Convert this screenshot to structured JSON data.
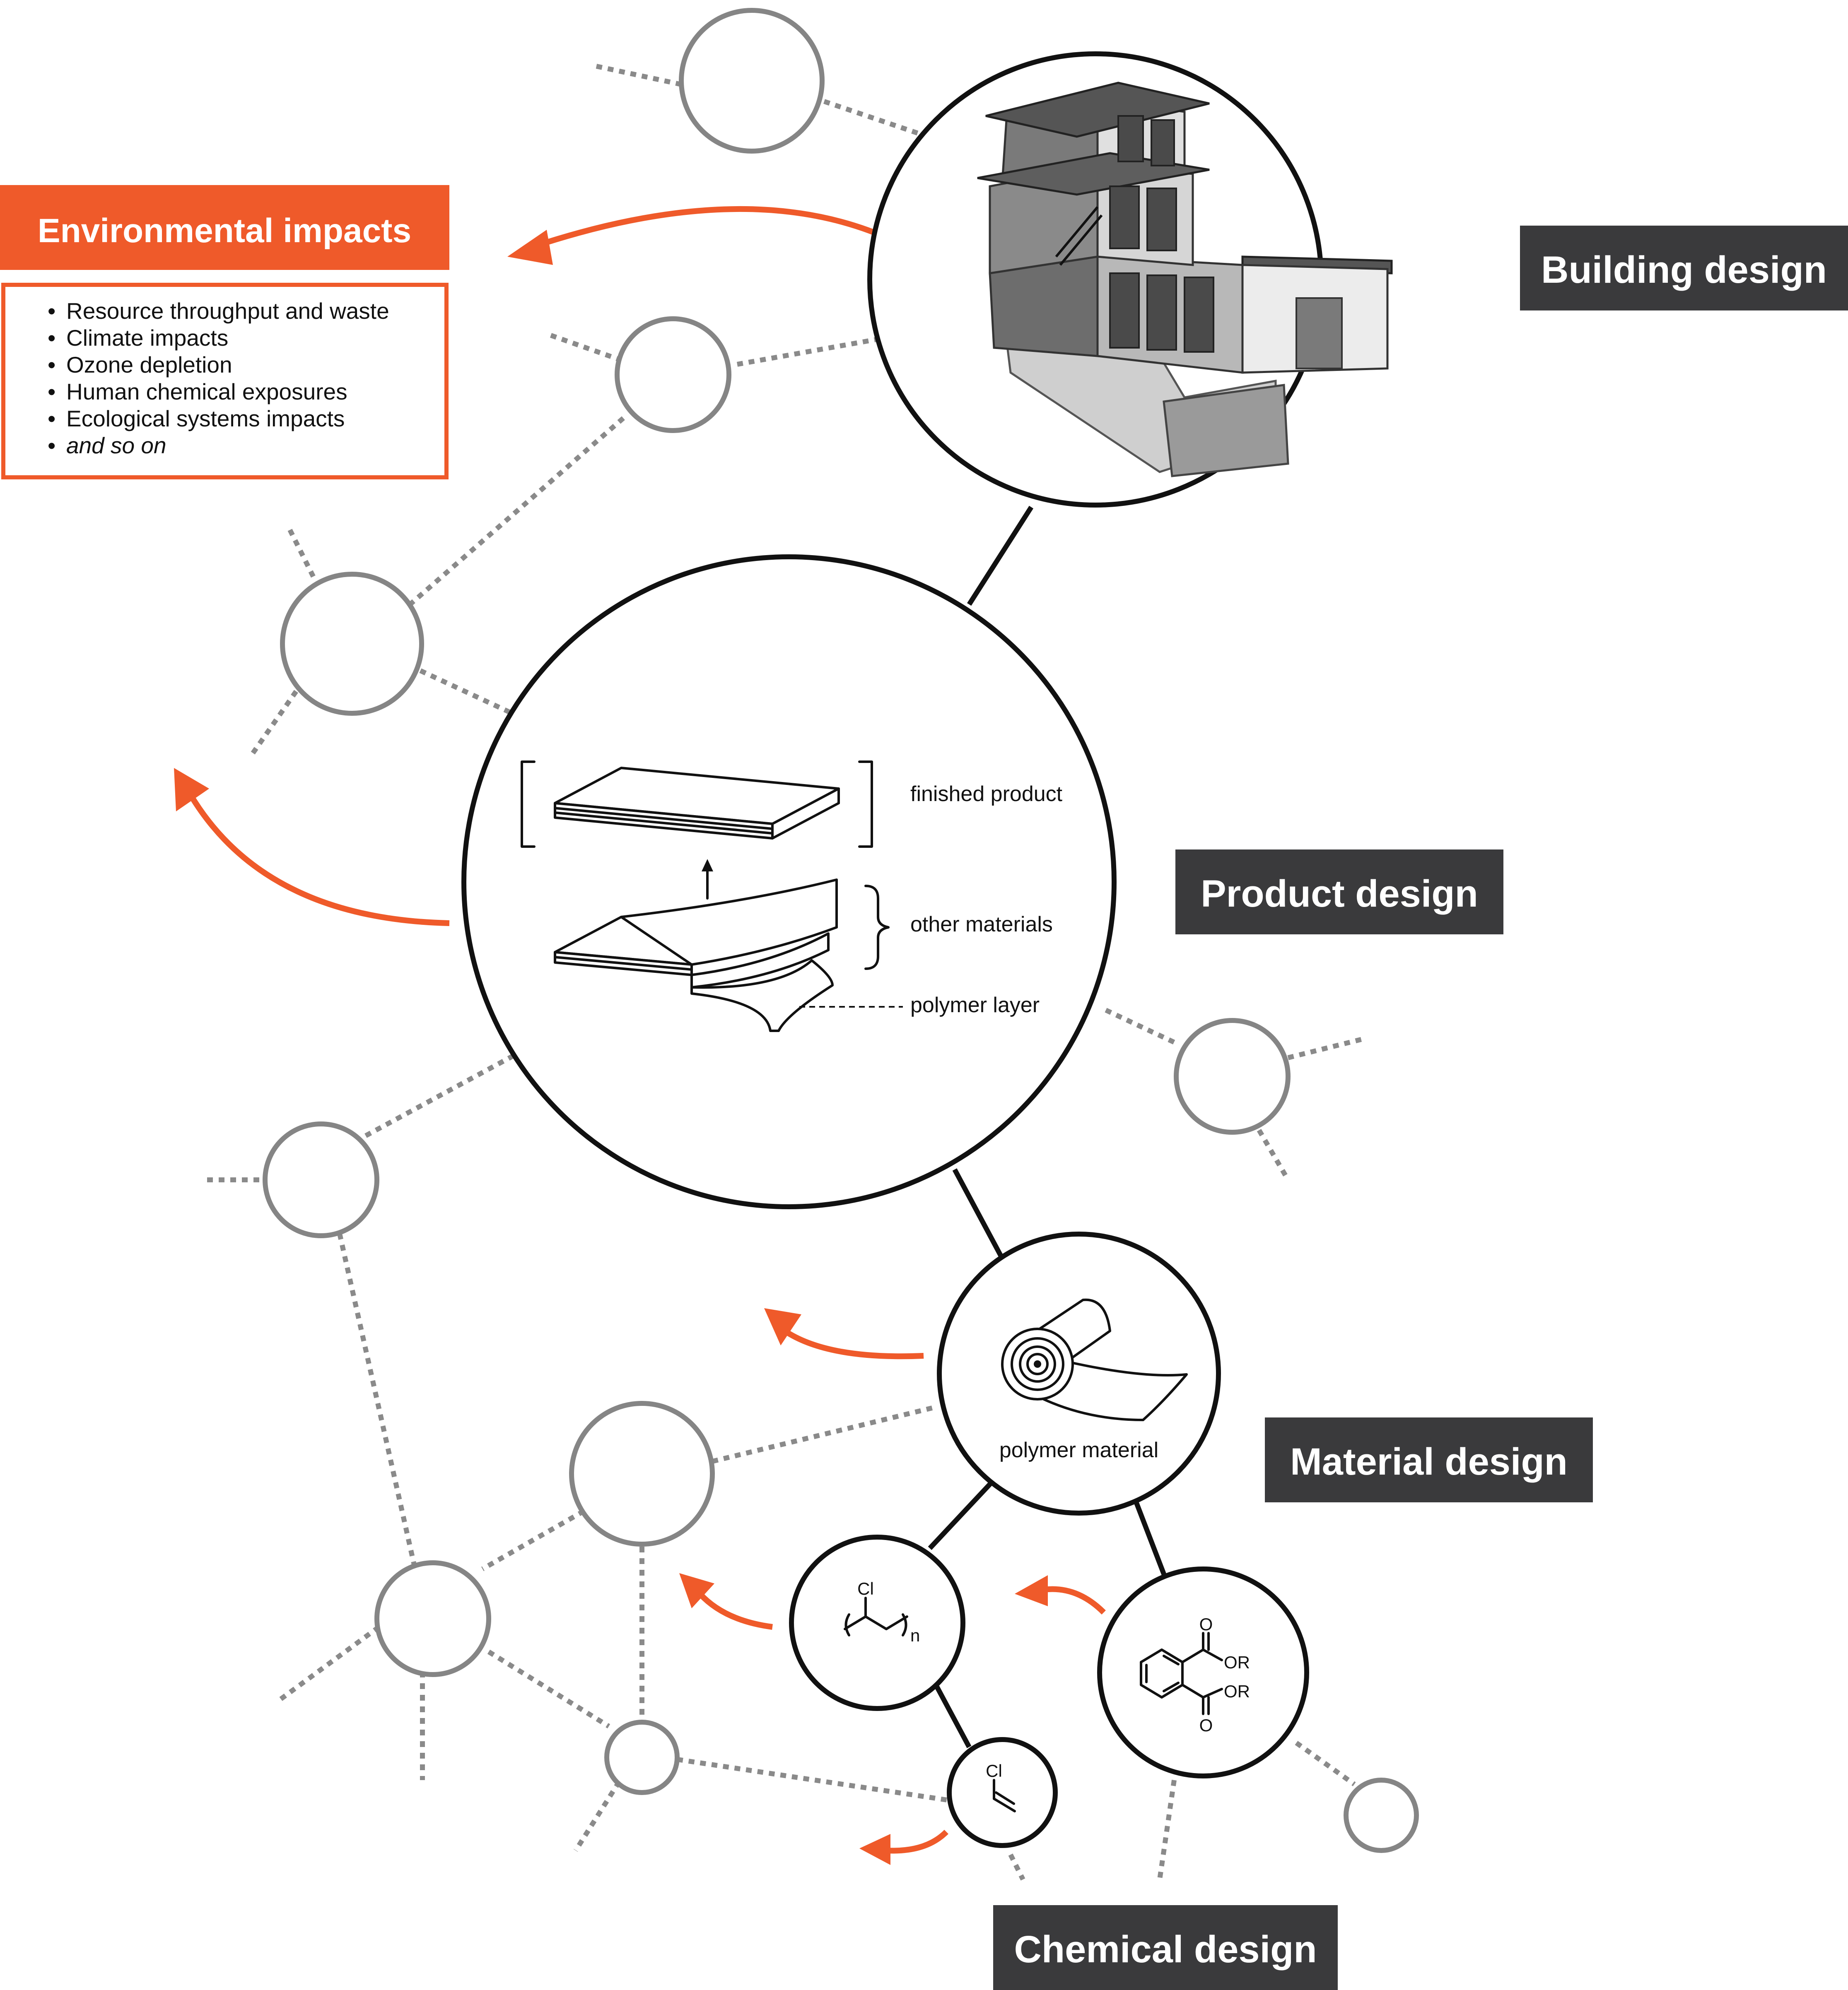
{
  "levels": {
    "building": "Building design",
    "product": "Product design",
    "material": "Material design",
    "chemical": "Chemical design"
  },
  "environmental_impacts": {
    "title": "Environmental impacts",
    "items": [
      "Resource throughput and waste",
      "Climate impacts",
      "Ozone depletion",
      "Human chemical exposures",
      "Ecological systems impacts",
      "and so on"
    ],
    "bullet": "•"
  },
  "product_labels": {
    "finished": "finished product",
    "other": "other materials",
    "polymer_layer": "polymer layer"
  },
  "material_label": "polymer material",
  "chemistry": {
    "pvc_cl": "Cl",
    "pvc_n": "n",
    "vinyl_cl": "Cl",
    "phthalate_o1": "O",
    "phthalate_or1": "OR",
    "phthalate_or2": "OR",
    "phthalate_o2": "O"
  },
  "colors": {
    "accent": "#ef5a2a",
    "tag_background": "#3a3a3c",
    "node_grey": "#858585",
    "node_black": "#111111"
  },
  "icons": [
    "house-cutaway-icon",
    "layered-product-icon",
    "polymer-roll-icon",
    "pvc-structure-icon",
    "vinyl-chloride-structure-icon",
    "phthalate-structure-icon"
  ]
}
